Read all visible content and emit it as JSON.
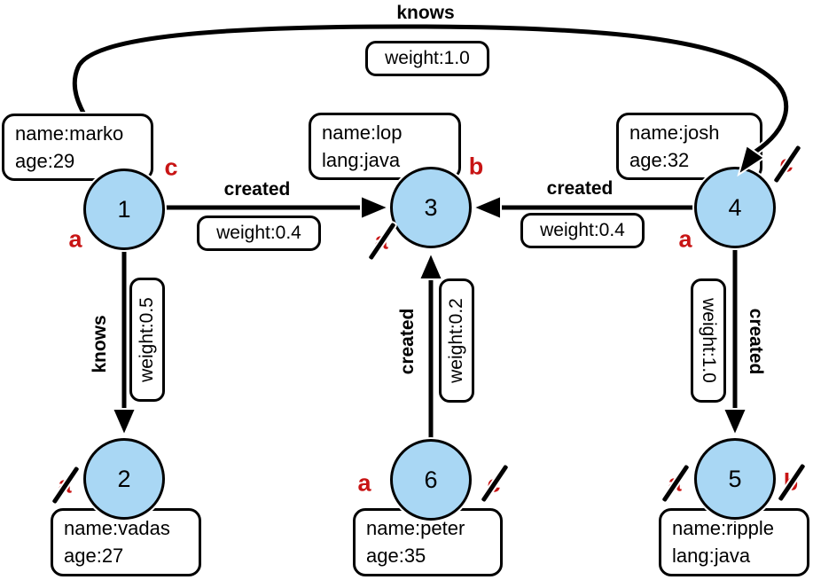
{
  "colors": {
    "node_fill": "#A9D7F4",
    "node_border": "#000000",
    "step_label_red": "#C81414",
    "edge": "#000000",
    "background": "#FFFFFF"
  },
  "nodes": [
    {
      "id": "1",
      "properties": [
        "name:marko",
        "age:29"
      ]
    },
    {
      "id": "2",
      "properties": [
        "name:vadas",
        "age:27"
      ]
    },
    {
      "id": "3",
      "properties": [
        "name:lop",
        "lang:java"
      ]
    },
    {
      "id": "4",
      "properties": [
        "name:josh",
        "age:32"
      ]
    },
    {
      "id": "5",
      "properties": [
        "name:ripple",
        "lang:java"
      ]
    },
    {
      "id": "6",
      "properties": [
        "name:peter",
        "age:35"
      ]
    }
  ],
  "edges": [
    {
      "from": "1",
      "to": "4",
      "label": "knows",
      "weight": "weight:1.0"
    },
    {
      "from": "1",
      "to": "3",
      "label": "created",
      "weight": "weight:0.4"
    },
    {
      "from": "4",
      "to": "3",
      "label": "created",
      "weight": "weight:0.4"
    },
    {
      "from": "1",
      "to": "2",
      "label": "knows",
      "weight": "weight:0.5"
    },
    {
      "from": "6",
      "to": "3",
      "label": "created",
      "weight": "weight:0.2"
    },
    {
      "from": "4",
      "to": "5",
      "label": "created",
      "weight": "weight:1.0"
    }
  ],
  "step_labels": [
    {
      "node": "1",
      "text": "a",
      "struck": false
    },
    {
      "node": "1",
      "text": "c",
      "struck": false
    },
    {
      "node": "2",
      "text": "a",
      "struck": true
    },
    {
      "node": "3",
      "text": "a",
      "struck": true
    },
    {
      "node": "3",
      "text": "b",
      "struck": false
    },
    {
      "node": "4",
      "text": "a",
      "struck": false
    },
    {
      "node": "4",
      "text": "c",
      "struck": true
    },
    {
      "node": "5",
      "text": "a",
      "struck": true
    },
    {
      "node": "5",
      "text": "b",
      "struck": true
    },
    {
      "node": "6",
      "text": "a",
      "struck": false
    },
    {
      "node": "6",
      "text": "c",
      "struck": true
    }
  ]
}
